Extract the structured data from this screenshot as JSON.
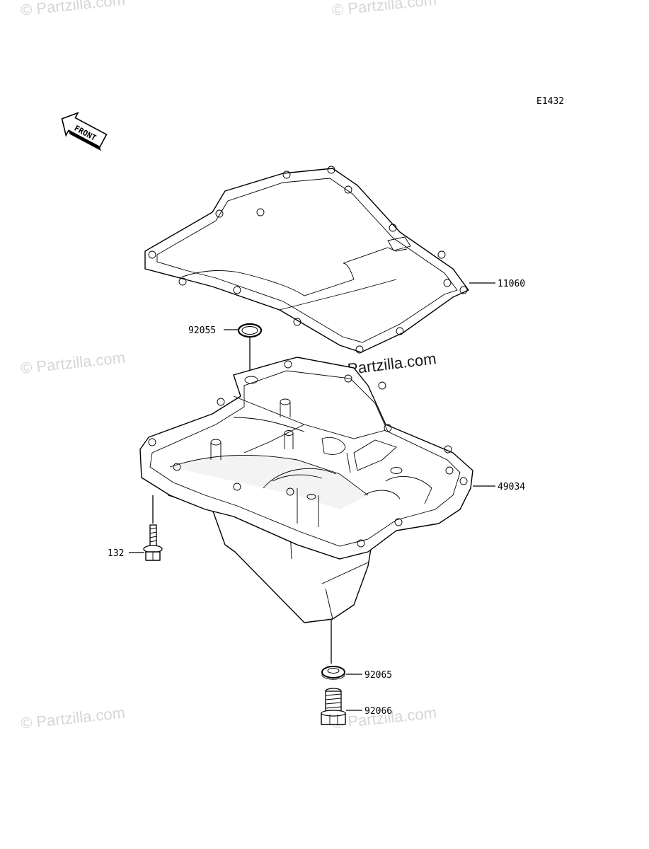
{
  "diagram_code": "E1432",
  "front_label": "FRONT",
  "watermark_main": "© Partzilla.com",
  "watermark_faint": "© Partzilla.com",
  "callouts": [
    {
      "id": "gasket",
      "part_number": "11060"
    },
    {
      "id": "o-ring",
      "part_number": "92055"
    },
    {
      "id": "oil-pan",
      "part_number": "49034"
    },
    {
      "id": "bolt",
      "part_number": "132"
    },
    {
      "id": "washer",
      "part_number": "92065"
    },
    {
      "id": "drain-plug",
      "part_number": "92066"
    }
  ]
}
